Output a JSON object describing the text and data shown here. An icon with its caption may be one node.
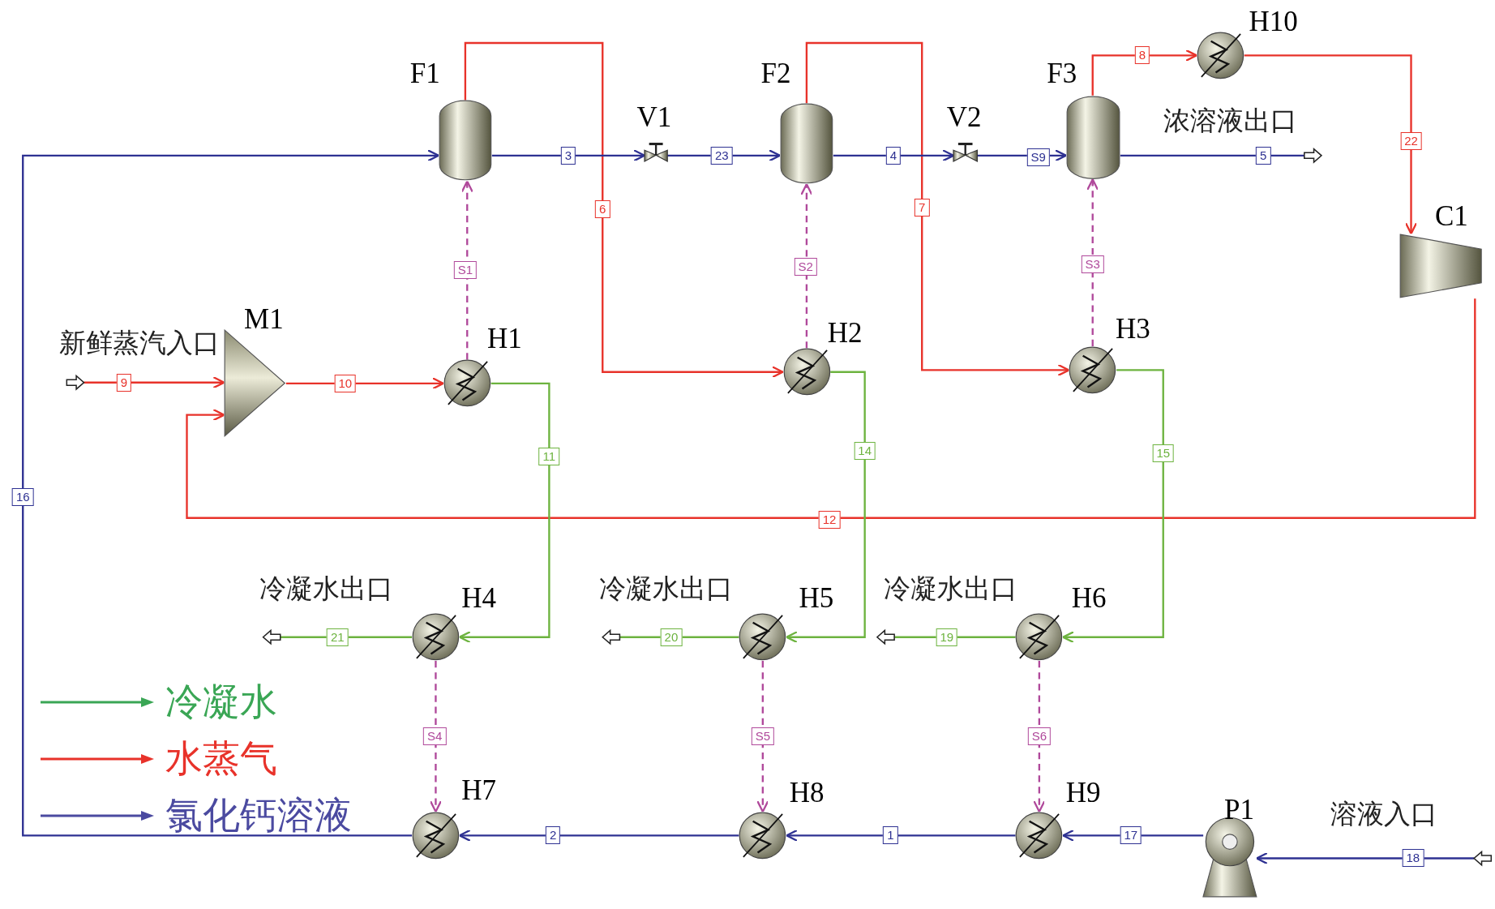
{
  "diagram": {
    "nodes": [
      {
        "text": [
          "F1"
        ]
      },
      {
        "text": [
          "F2"
        ]
      },
      {
        "text": [
          "F3"
        ]
      },
      {
        "text": [
          "H10"
        ]
      },
      {
        "text": [
          "V1"
        ]
      },
      {
        "text": [
          "V2"
        ]
      },
      {
        "text": [
          "C1"
        ]
      },
      {
        "text": [
          "M1"
        ]
      },
      {
        "text": [
          "H1"
        ]
      },
      {
        "text": [
          "H2"
        ]
      },
      {
        "text": [
          "H3"
        ]
      },
      {
        "text": [
          "H4"
        ]
      },
      {
        "text": [
          "H5"
        ]
      },
      {
        "text": [
          "H6"
        ]
      },
      {
        "text": [
          "H7"
        ]
      },
      {
        "text": [
          "H8"
        ]
      },
      {
        "text": [
          "H9"
        ]
      },
      {
        "text": [
          "P1"
        ]
      },
      {
        "text": [
          "新鲜蒸汽入口"
        ]
      },
      {
        "text": [
          "浓溶液出口"
        ]
      },
      {
        "text": [
          "冷凝水出口"
        ]
      },
      {
        "text": [
          "冷凝水出口"
        ]
      },
      {
        "text": [
          "冷凝水出口"
        ]
      },
      {
        "text": [
          "溶液入口"
        ]
      }
    ],
    "edges": [
      {
        "from": 18,
        "to": 7,
        "arrow": "to",
        "label": "9",
        "color": "#e8322a"
      },
      {
        "from": 7,
        "to": 8,
        "arrow": "to",
        "label": "10",
        "color": "#e8322a"
      },
      {
        "from": 0,
        "to": 9,
        "arrow": "to",
        "label": "6",
        "color": "#e8322a"
      },
      {
        "from": 1,
        "to": 10,
        "arrow": "to",
        "label": "7",
        "color": "#e8322a"
      },
      {
        "from": 2,
        "to": 3,
        "arrow": "to",
        "label": "8",
        "color": "#e8322a"
      },
      {
        "from": 3,
        "to": 6,
        "arrow": "to",
        "label": "22",
        "color": "#e8322a"
      },
      {
        "from": 6,
        "to": 7,
        "arrow": "to",
        "label": "12",
        "color": "#e8322a"
      },
      {
        "from": 8,
        "to": 11,
        "arrow": "to",
        "label": "11",
        "color": "#6db33f"
      },
      {
        "from": 9,
        "to": 12,
        "arrow": "to",
        "label": "14",
        "color": "#6db33f"
      },
      {
        "from": 10,
        "to": 13,
        "arrow": "to",
        "label": "15",
        "color": "#6db33f"
      },
      {
        "from": 11,
        "to": 20,
        "arrow": "none",
        "label": "21",
        "color": "#6db33f"
      },
      {
        "from": 12,
        "to": 21,
        "arrow": "none",
        "label": "20",
        "color": "#6db33f"
      },
      {
        "from": 13,
        "to": 22,
        "arrow": "none",
        "label": "19",
        "color": "#6db33f"
      },
      {
        "from": 23,
        "to": 17,
        "arrow": "to",
        "label": "18"
      },
      {
        "from": 17,
        "to": 16,
        "arrow": "to",
        "label": "17"
      },
      {
        "from": 16,
        "to": 15,
        "arrow": "to",
        "label": "1"
      },
      {
        "from": 15,
        "to": 14,
        "arrow": "to",
        "label": "2"
      },
      {
        "from": 14,
        "to": 0,
        "arrow": "to",
        "label": "16"
      },
      {
        "from": 0,
        "to": 4,
        "arrow": "to",
        "label": "3"
      },
      {
        "from": 4,
        "to": 1,
        "arrow": "to",
        "label": "23"
      },
      {
        "from": 1,
        "to": 5,
        "arrow": "to",
        "label": "4"
      },
      {
        "from": 5,
        "to": 2,
        "arrow": "to",
        "label": "S9"
      },
      {
        "from": 2,
        "to": 19,
        "arrow": "none",
        "label": "5"
      },
      {
        "from": 8,
        "to": 0,
        "arrow": "to",
        "label": "S1",
        "style": "dashed",
        "color": "#b0499b"
      },
      {
        "from": 9,
        "to": 1,
        "arrow": "to",
        "label": "S2",
        "style": "dashed",
        "color": "#b0499b"
      },
      {
        "from": 10,
        "to": 2,
        "arrow": "to",
        "label": "S3",
        "style": "dashed",
        "color": "#b0499b"
      },
      {
        "from": 11,
        "to": 14,
        "arrow": "to",
        "label": "S4",
        "style": "dashed",
        "color": "#b0499b"
      },
      {
        "from": 12,
        "to": 15,
        "arrow": "to",
        "label": "S5",
        "style": "dashed",
        "color": "#b0499b"
      },
      {
        "from": 13,
        "to": 16,
        "arrow": "to",
        "label": "S6",
        "style": "dashed",
        "color": "#b0499b"
      }
    ],
    "legend": [
      {
        "text": "冷凝水",
        "color": "#3aa655"
      },
      {
        "text": "水蒸气",
        "color": "#e8322a"
      },
      {
        "text": "氯化钙溶液",
        "color": "#4b4aa0"
      }
    ]
  }
}
